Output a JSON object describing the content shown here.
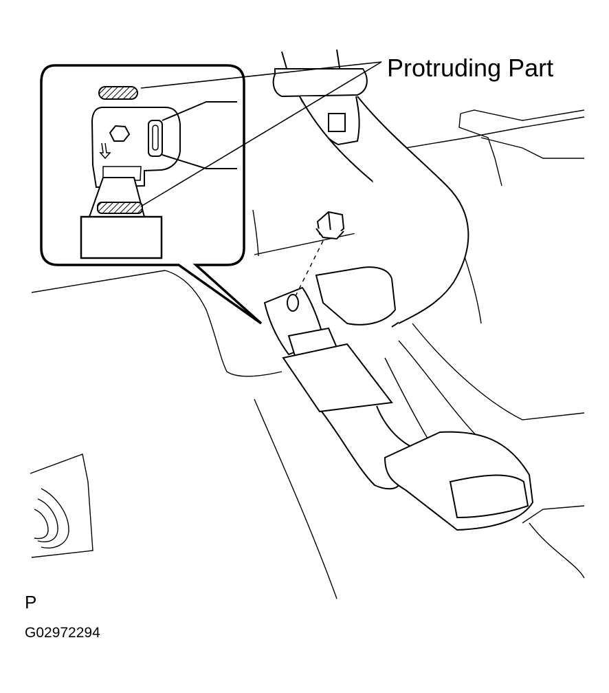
{
  "callout_label": "Protruding Part",
  "view_code": "P",
  "figure_id": "G02972294"
}
